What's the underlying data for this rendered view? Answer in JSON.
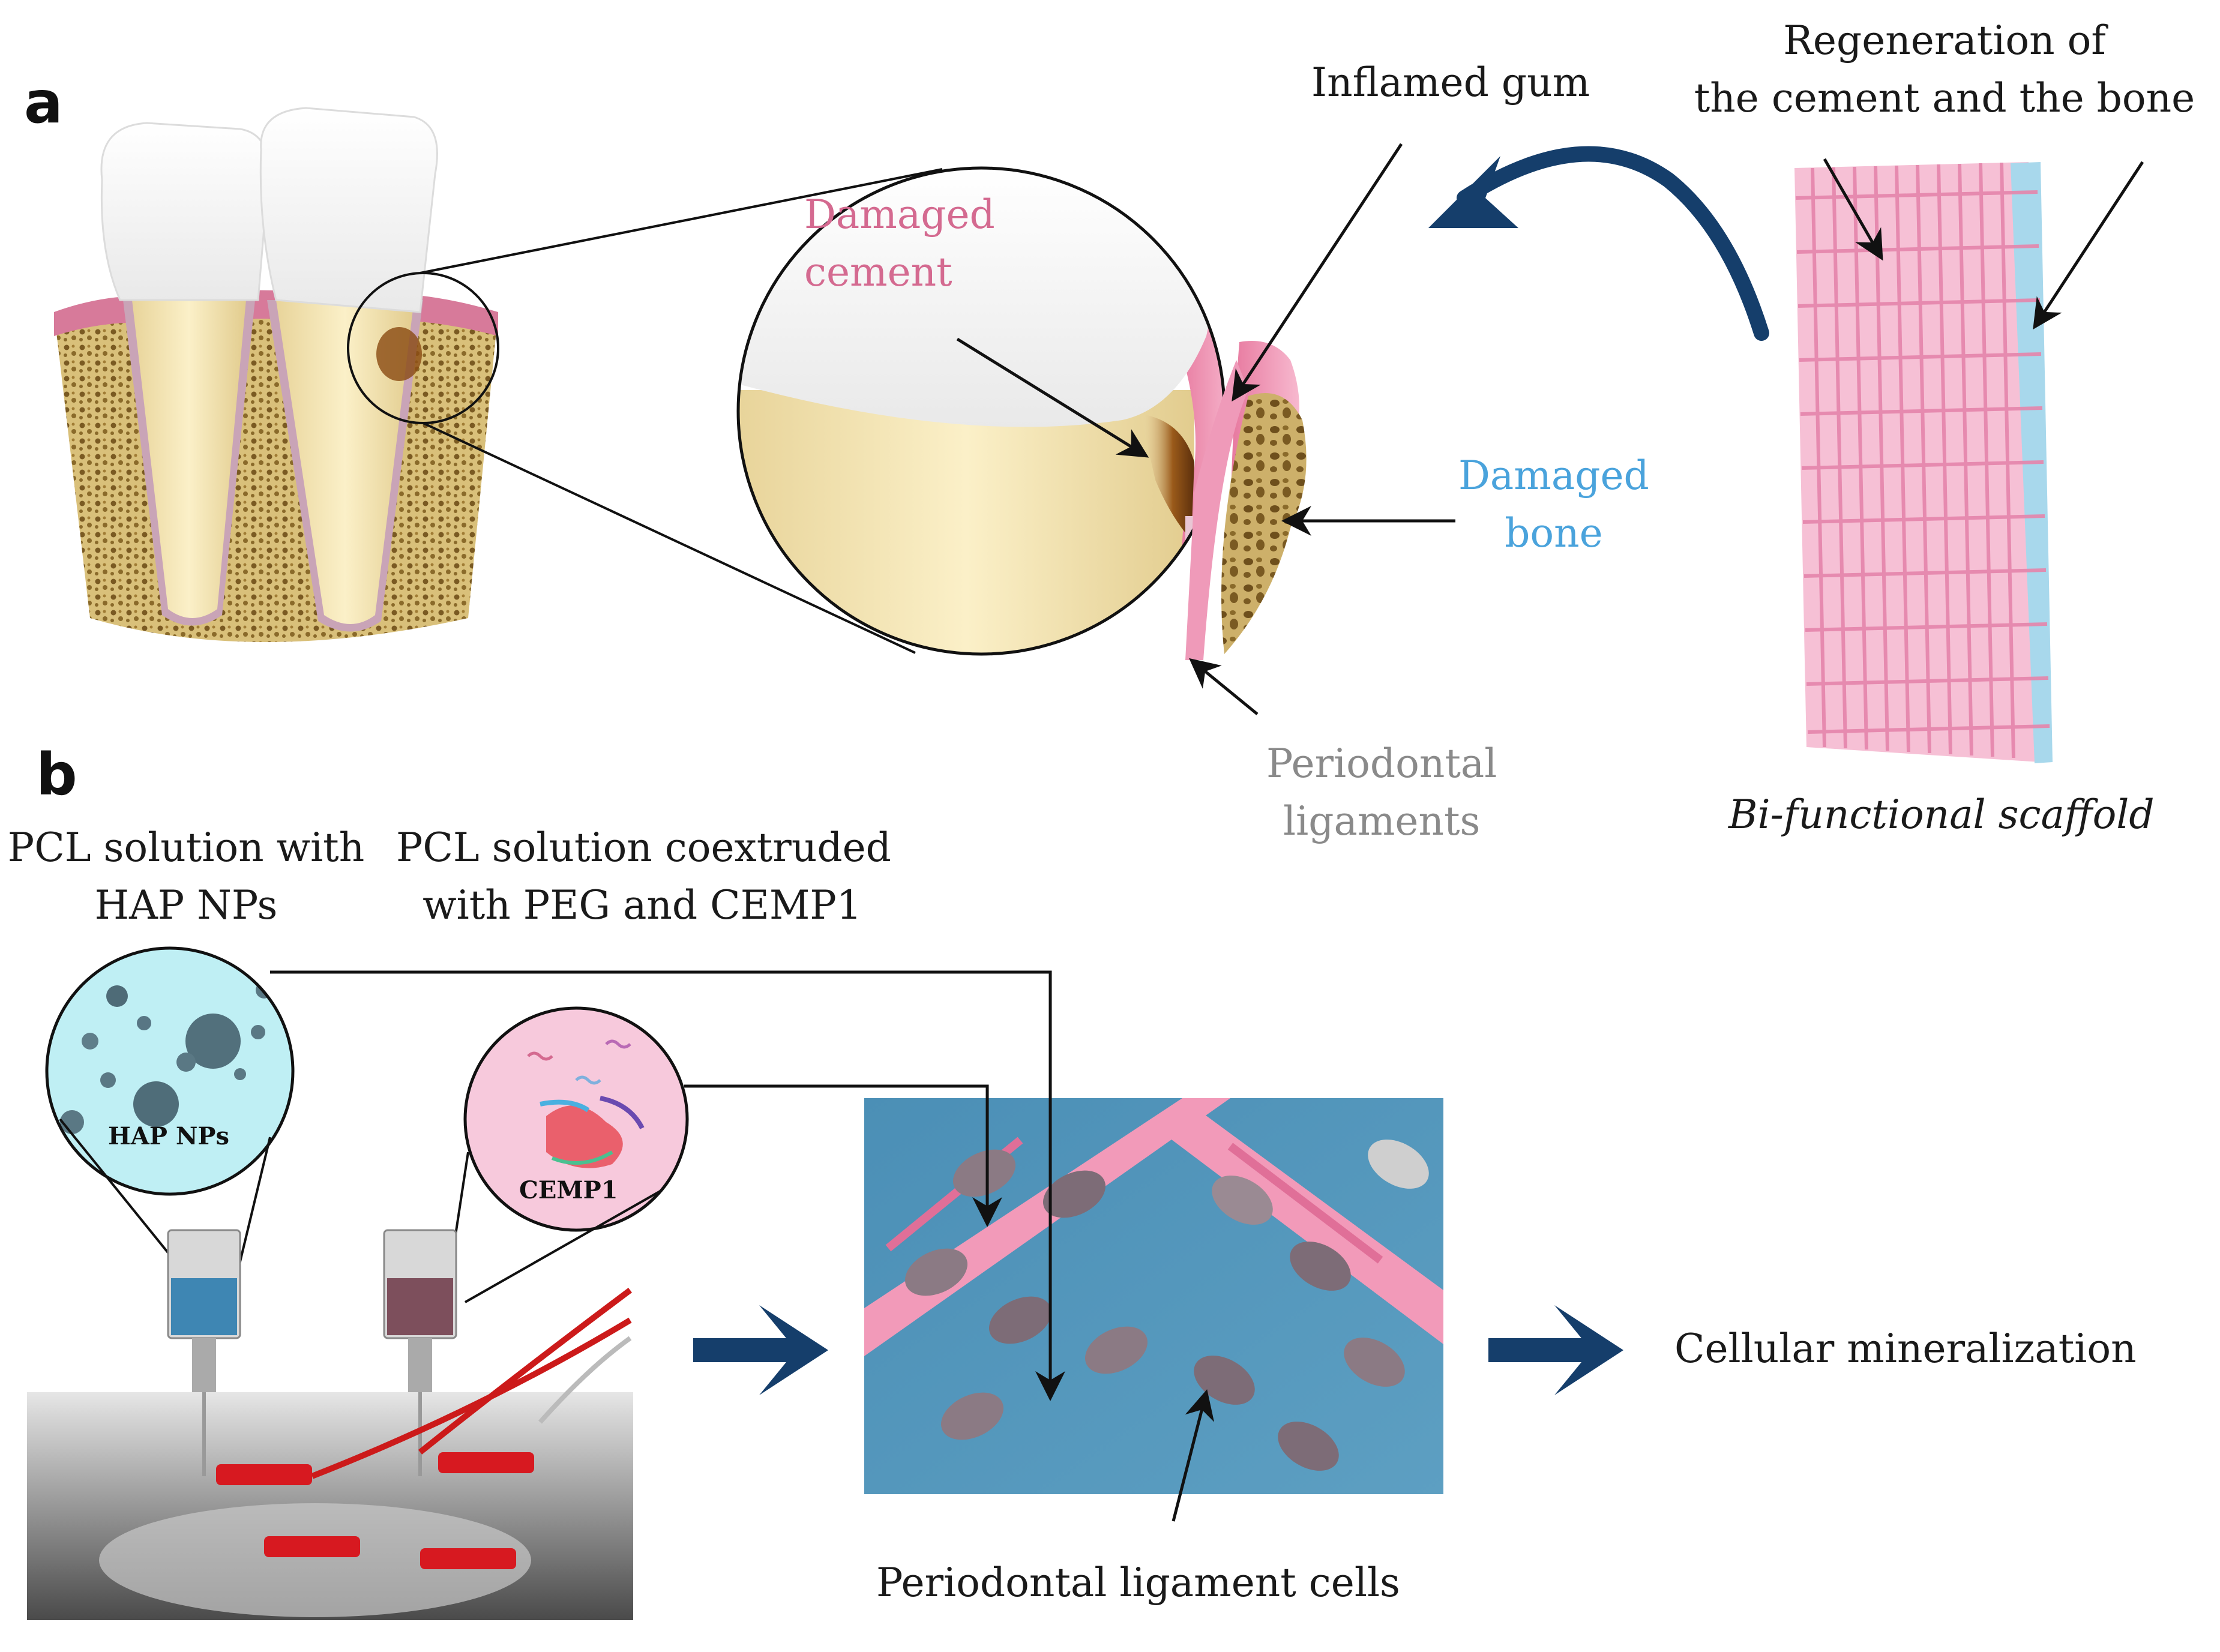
{
  "panels": {
    "a": "a",
    "b": "b"
  },
  "panel_a": {
    "damaged_cement": [
      "Damaged",
      "cement"
    ],
    "inflamed_gum": "Inflamed gum",
    "damaged_bone": [
      "Damaged",
      "bone"
    ],
    "periodontal_ligaments": [
      "Periodontal",
      "ligaments"
    ],
    "regeneration": [
      "Regeneration of",
      "the cement and the bone"
    ],
    "scaffold": "Bi-functional scaffold"
  },
  "panel_b": {
    "pcl_hap": [
      "PCL solution with",
      "HAP NPs"
    ],
    "pcl_peg": [
      "PCL solution coextruded",
      "with PEG and CEMP1"
    ],
    "hap_bubble": "HAP NPs",
    "cemp1_bubble": "CEMP1",
    "cells": "Periodontal ligament cells",
    "mineralization": "Cellular mineralization"
  },
  "colors": {
    "cement_label": "#d46a90",
    "bone_label": "#4aa3dc",
    "ligament_label": "#8a8a8a",
    "arrow_blue": "#153e6b",
    "scaffold_pink": "#f2a6c4",
    "scaffold_blue": "#9fd3ea"
  }
}
